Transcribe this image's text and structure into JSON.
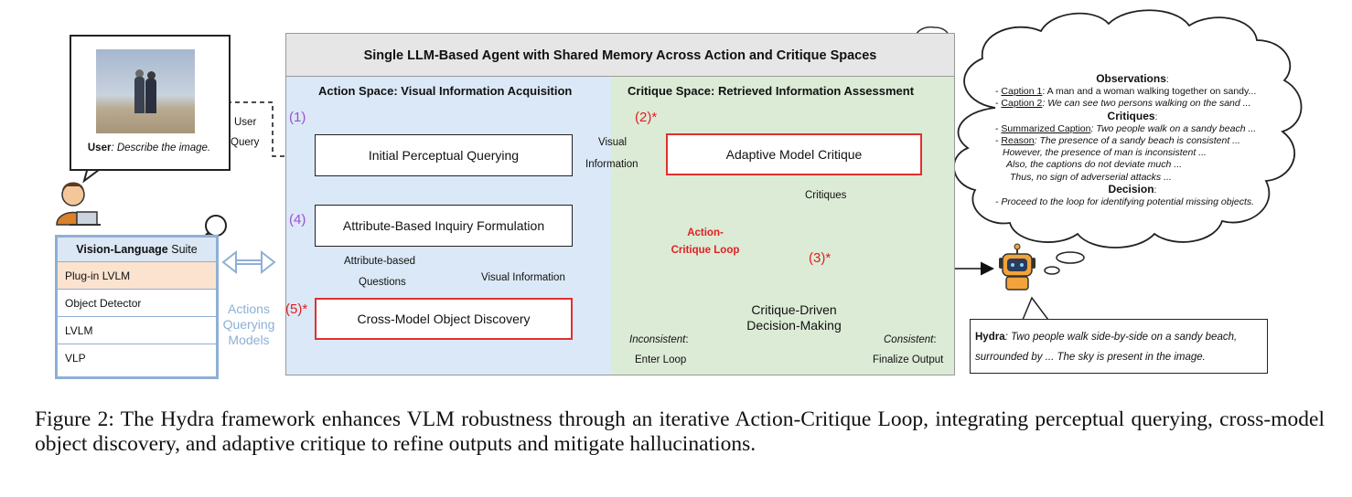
{
  "figure": {
    "title": "Single LLM-Based Agent with Shared Memory Across Action and Critique Spaces",
    "action_space_title": "Action Space: Visual Information Acquisition",
    "critique_space_title": "Critique Space: Retrieved Information Assessment",
    "user": {
      "label": "User",
      "prompt": ": Describe the image.",
      "query_label_1": "User",
      "query_label_2": "Query"
    },
    "suite": {
      "title_a": "Vision-Language",
      "title_b": "Suite",
      "items": [
        "Plug-in LVLM",
        "Object Detector",
        "LVLM",
        "VLP"
      ],
      "highlight_color": "#fbe3cf",
      "side_label_1": "Actions",
      "side_label_2": "Querying",
      "side_label_3": "Models"
    },
    "steps": {
      "s1": "(1)",
      "s2": "(2)*",
      "s3": "(3)*",
      "s4": "(4)",
      "s5": "(5)*"
    },
    "nodes": {
      "initial": "Initial Perceptual Querying",
      "attribute": "Attribute-Based Inquiry Formulation",
      "cross": "Cross-Model Object Discovery",
      "adaptive": "Adaptive Model Critique",
      "decision_1": "Critique-Driven",
      "decision_2": "Decision-Making"
    },
    "edges": {
      "visual_1": "Visual",
      "visual_2": "Information",
      "critiques": "Critiques",
      "attr_q_1": "Attribute-based",
      "attr_q_2": "Questions",
      "visual_info": "Visual Information",
      "inconsistent": "Inconsistent",
      "enter_loop": "Enter Loop",
      "consistent": "Consistent",
      "finalize": "Finalize Output"
    },
    "loop": {
      "label_1": "Action-",
      "label_2": "Critique Loop"
    },
    "cloud": {
      "obs_title": "Observations",
      "obs_1_tag": "Caption 1",
      "obs_1_text": ": A man and a woman walking together on sandy...",
      "obs_2_tag": "Caption 2",
      "obs_2_text": ": We can see two persons walking on the sand ...",
      "crit_title": "Critiques",
      "crit_1_tag": "Summarized Caption",
      "crit_1_text": ": Two people walk on a sandy beach ...",
      "crit_2_tag": "Reason",
      "crit_2_text": ": The presence of a sandy beach is consistent ...",
      "crit_3": "However, the presence of man is inconsistent ...",
      "crit_4": "Also, the captions do not deviate much ...",
      "crit_5": "Thus, no sign of adverserial attacks ...",
      "dec_title": "Decision",
      "dec_1": "- Proceed to the loop for identifying potential missing objects."
    },
    "hydra": {
      "label": "Hydra",
      "text_1": ": Two people walk side-by-side on a sandy beach,",
      "text_2": "surrounded by ... The sky is present in the image."
    },
    "colors": {
      "action_bg": "#dbe8f7",
      "critique_bg": "#dcebd6",
      "red": "#e03030",
      "purple": "#9b4fd1",
      "loop_blue": "#5b6fc2",
      "loop_green": "#7cc23a"
    }
  },
  "caption": "Figure 2: The Hydra framework enhances VLM robustness through an iterative Action-Critique Loop, integrating perceptual querying, cross-model object discovery, and adaptive critique to refine outputs and mitigate hallucinations."
}
